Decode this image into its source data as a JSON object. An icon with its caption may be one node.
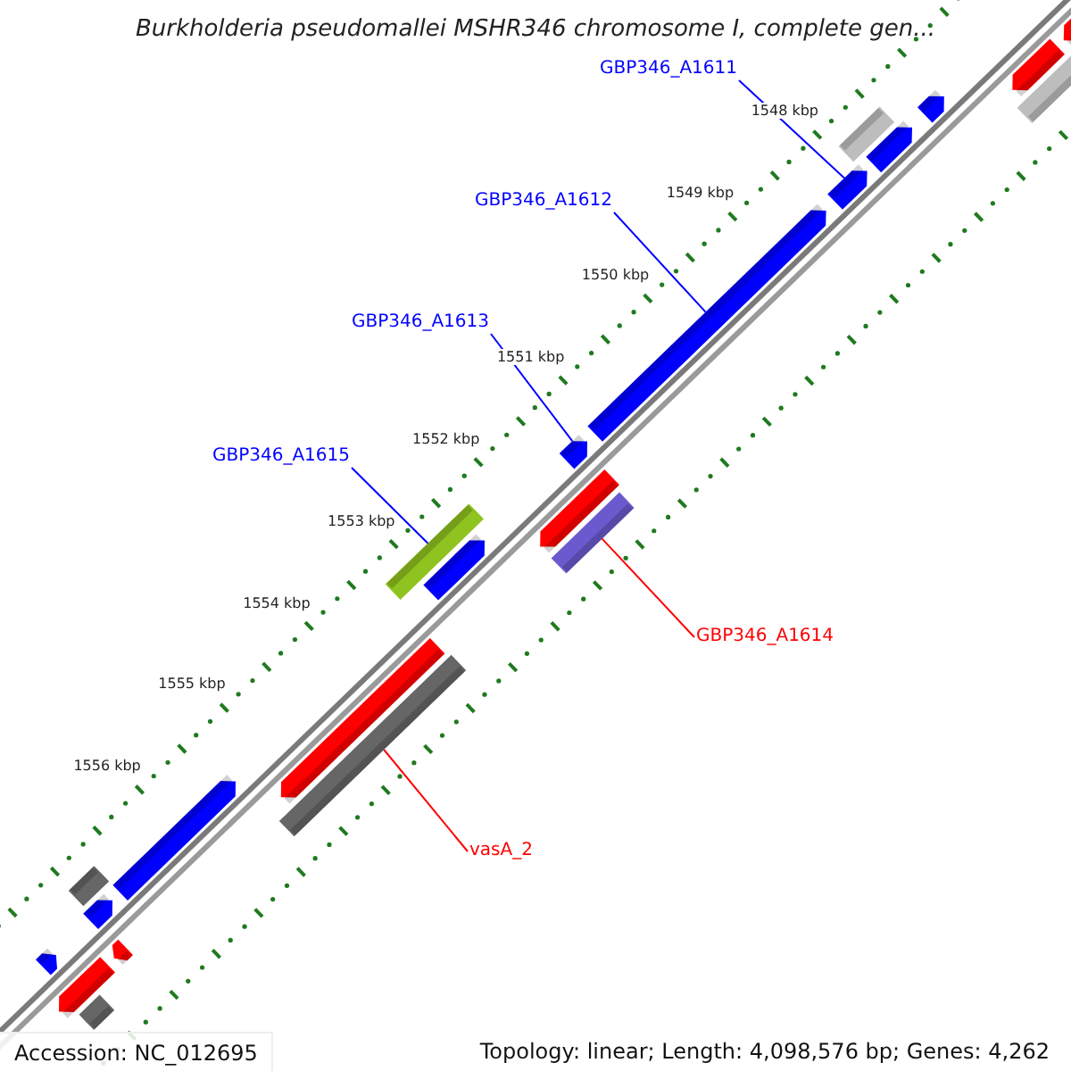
{
  "diagram": {
    "title": "Burkholderia pseudomallei MSHR346 chromosome I, complete gen...",
    "nodes": [
      {
        "text": [
          "GBP346_A1611"
        ]
      },
      {
        "text": [
          "GBP346_A1612"
        ]
      },
      {
        "text": [
          "GBP346_A1613"
        ]
      },
      {
        "text": [
          "GBP346_A1615"
        ]
      },
      {
        "text": [
          "GBP346_A1614"
        ]
      },
      {
        "text": [
          "vasA_2"
        ]
      },
      {
        "text": [],
        "shape": "bar"
      },
      {
        "text": [],
        "shape": "bar"
      },
      {
        "text": [],
        "shape": "bar"
      },
      {
        "text": [],
        "shape": "bar"
      },
      {
        "text": [],
        "shape": "bar"
      },
      {
        "text": [],
        "shape": "bar"
      },
      {
        "text": [],
        "shape": "bar"
      },
      {
        "text": [],
        "shape": "bar"
      },
      {
        "text": [],
        "shape": "bar"
      },
      {
        "text": [],
        "shape": "bar"
      },
      {
        "text": [],
        "shape": "bar"
      },
      {
        "text": [],
        "shape": "bar"
      },
      {
        "text": [],
        "shape": "bar"
      },
      {
        "text": [],
        "shape": "bar"
      },
      {
        "text": [],
        "shape": "bar"
      },
      {
        "text": [],
        "shape": "bar"
      },
      {
        "text": [],
        "shape": "bar"
      },
      {
        "text": [],
        "shape": "bar"
      },
      {
        "text": [],
        "shape": "bar"
      },
      {
        "text": [],
        "shape": "bar"
      },
      {
        "text": [],
        "shape": "bar"
      },
      {
        "text": [],
        "shape": "bar"
      }
    ],
    "edges": [
      {
        "from": 0,
        "to": 12,
        "arrow": "none"
      },
      {
        "from": 1,
        "to": 13,
        "arrow": "none"
      },
      {
        "from": 2,
        "to": 14,
        "arrow": "none"
      },
      {
        "from": 3,
        "to": 17,
        "arrow": "none"
      },
      {
        "from": 4,
        "to": 16,
        "arrow": "none",
        "color": "#ff0000"
      },
      {
        "from": 5,
        "to": 20,
        "arrow": "none",
        "color": "#ff0000"
      }
    ],
    "labels": [
      "1548 kbp",
      "1549 kbp",
      "1550 kbp",
      "1551 kbp",
      "1552 kbp",
      "1553 kbp",
      "1554 kbp",
      "1555 kbp",
      "1556 kbp",
      "Accession: NC_012695",
      "Topology: linear; Length: 4,098,576 bp; Genes: 4,262"
    ]
  }
}
